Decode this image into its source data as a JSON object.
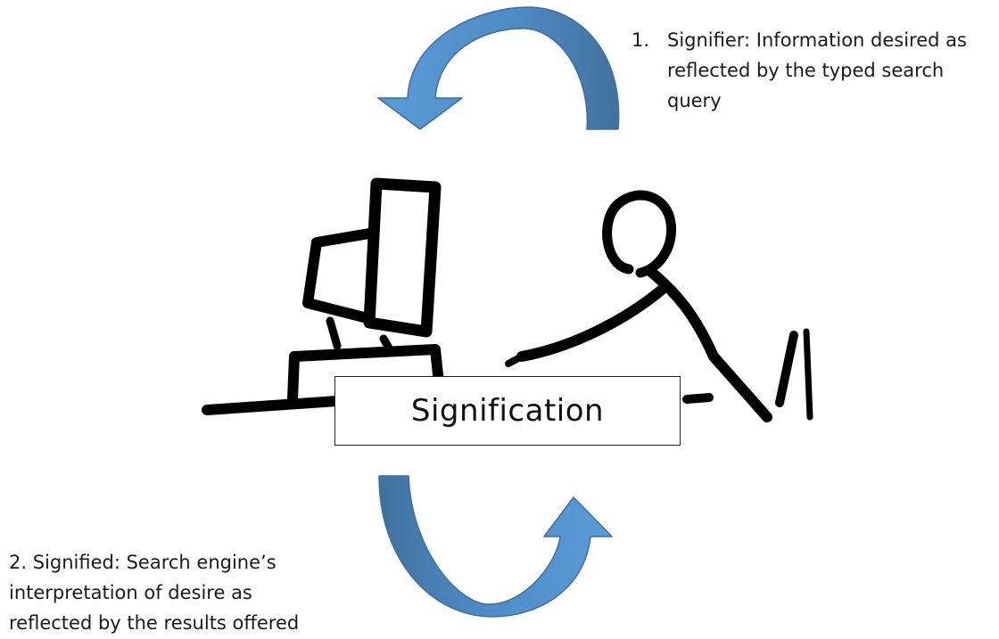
{
  "center": {
    "label": "Signification"
  },
  "notes": {
    "signifier": {
      "number": "1.",
      "text": "Signifier:  Information desired as reflected by the typed search query"
    },
    "signified": {
      "text": "2. Signified: Search engine’s interpretation of desire as reflected by the results offered"
    }
  },
  "colors": {
    "arrow_light": "#5b9bd5",
    "arrow_dark": "#41719c",
    "line_art": "#000000"
  },
  "icons": {
    "top_arrow": "curved-arrow-top-pointing-down-left",
    "bottom_arrow": "curved-arrow-bottom-pointing-up-right",
    "person": "person-at-computer-line-art"
  }
}
